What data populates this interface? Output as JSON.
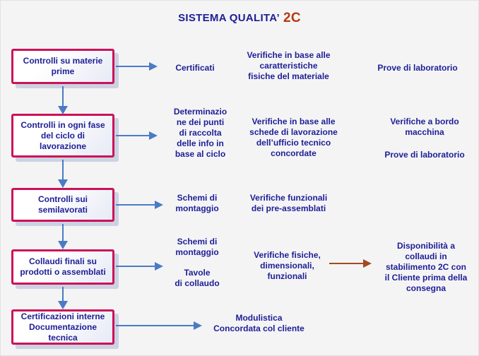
{
  "title": {
    "main": "SISTEMA QUALITA’",
    "accent": "2C"
  },
  "colors": {
    "navy": "#1e1e96",
    "accent_red": "#b23c10",
    "box_border": "#cc1158",
    "arrow_blue": "#4a7bc4",
    "arrow_brown": "#a3491f",
    "bg": "#f4f4f5"
  },
  "diagram": {
    "boxes": [
      "Controlli su materie\nprime",
      "Controlli in ogni fase\ndel ciclo di\nlavorazione",
      "Controlli sui\nsemilavorati",
      "Collaudi finali su\nprodotti o assemblati",
      "Certificazioni interne\nDocumentazione\ntecnica"
    ],
    "notes": {
      "certificati": "Certificati",
      "verifiche_caratteristiche": "Verifiche in base alle\ncaratteristiche\nfisiche del materiale",
      "prove_laboratorio_1": "Prove di laboratorio",
      "determinazione_punti": "Determinazio\nne dei punti\ndi raccolta\ndelle info in\nbase al ciclo",
      "verifiche_schede": "Verifiche in base alle\nschede di lavorazione\ndell’ufficio tecnico\nconcordate",
      "verifiche_bordo_macchina": "Verifiche a bordo\nmacchina",
      "prove_laboratorio_2": "Prove di laboratorio",
      "schemi_montaggio_1": "Schemi di\nmontaggio",
      "verifiche_funzionali": "Verifiche funzionali\ndei pre-assemblati",
      "schemi_montaggio_2": "Schemi di\nmontaggio",
      "tavole_collaudo": "Tavole\ndi collaudo",
      "verifiche_fisiche": "Verifiche fisiche,\ndimensionali,\nfunzionali",
      "disponibilita_collaudi": "Disponibilità a\ncollaudi in\nstabilimento 2C con\nil Cliente prima della\nconsegna",
      "modulistica": "Modulistica\nConcordata col cliente"
    }
  }
}
